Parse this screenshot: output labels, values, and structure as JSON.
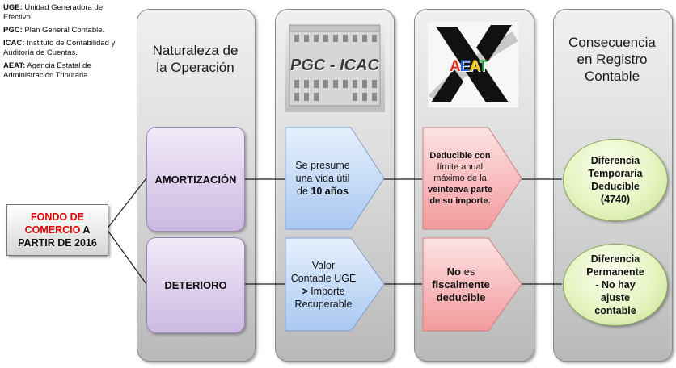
{
  "legend": [
    {
      "abbr": "UGE:",
      "text": "Unidad Generadora de Efectivo."
    },
    {
      "abbr": "PGC:",
      "text": "Plan General Contable."
    },
    {
      "abbr": "ICAC:",
      "text": "Instituto de Contabilidad y Auditoría de Cuentas."
    },
    {
      "abbr": "AEAT:",
      "text": "Agencia Estatal de Administración Tributaria."
    }
  ],
  "start": {
    "line1": "FONDO DE",
    "line2": "COMERCIO",
    "line2_suffix": " A",
    "line3": "PARTIR DE 2016"
  },
  "columns": {
    "naturaleza": {
      "title_l1": "Naturaleza de",
      "title_l2": "la Operación"
    },
    "pgc": {
      "logo_text": "PGC - ICAC"
    },
    "aeat": {
      "logo_a": "A",
      "logo_e": "E",
      "logo_a2": "A",
      "logo_t": "T"
    },
    "consecuencia": {
      "title_l1": "Consecuencia",
      "title_l2": "en Registro",
      "title_l3": "Contable"
    }
  },
  "rows": [
    {
      "operation": "AMORTIZACIÓN",
      "pgc": {
        "l1": "Se presume",
        "l2": "una vida útil",
        "l3_pre": "de ",
        "l3_bold": "10 años"
      },
      "aeat": {
        "l1": "Deducible con",
        "l2": "límite anual",
        "l3": "máximo de la",
        "l4": "veinteava parte",
        "l5": "de su importe."
      },
      "result": {
        "l1": "Diferencia",
        "l2": "Temporaria",
        "l3": "Deducible",
        "l4": "(4740)"
      }
    },
    {
      "operation": "DETERIORO",
      "pgc": {
        "l1": "Valor",
        "l2": "Contable UGE",
        "l3_bold": ">",
        "l3_rest": " Importe",
        "l4": "Recuperable"
      },
      "aeat": {
        "l1_bold": "No",
        "l1_rest": " es",
        "l2": "fiscalmente",
        "l3": "deducible"
      },
      "result": {
        "l1": "Diferencia",
        "l2": "Permanente",
        "l3": "- No hay",
        "l4": "ajuste",
        "l5": "contable"
      }
    }
  ],
  "colors": {
    "red": "#e00000",
    "purple": "#cdb9e2",
    "blue": "#b7d2f5",
    "pink": "#f6aeb0",
    "green": "#d9ecac"
  }
}
